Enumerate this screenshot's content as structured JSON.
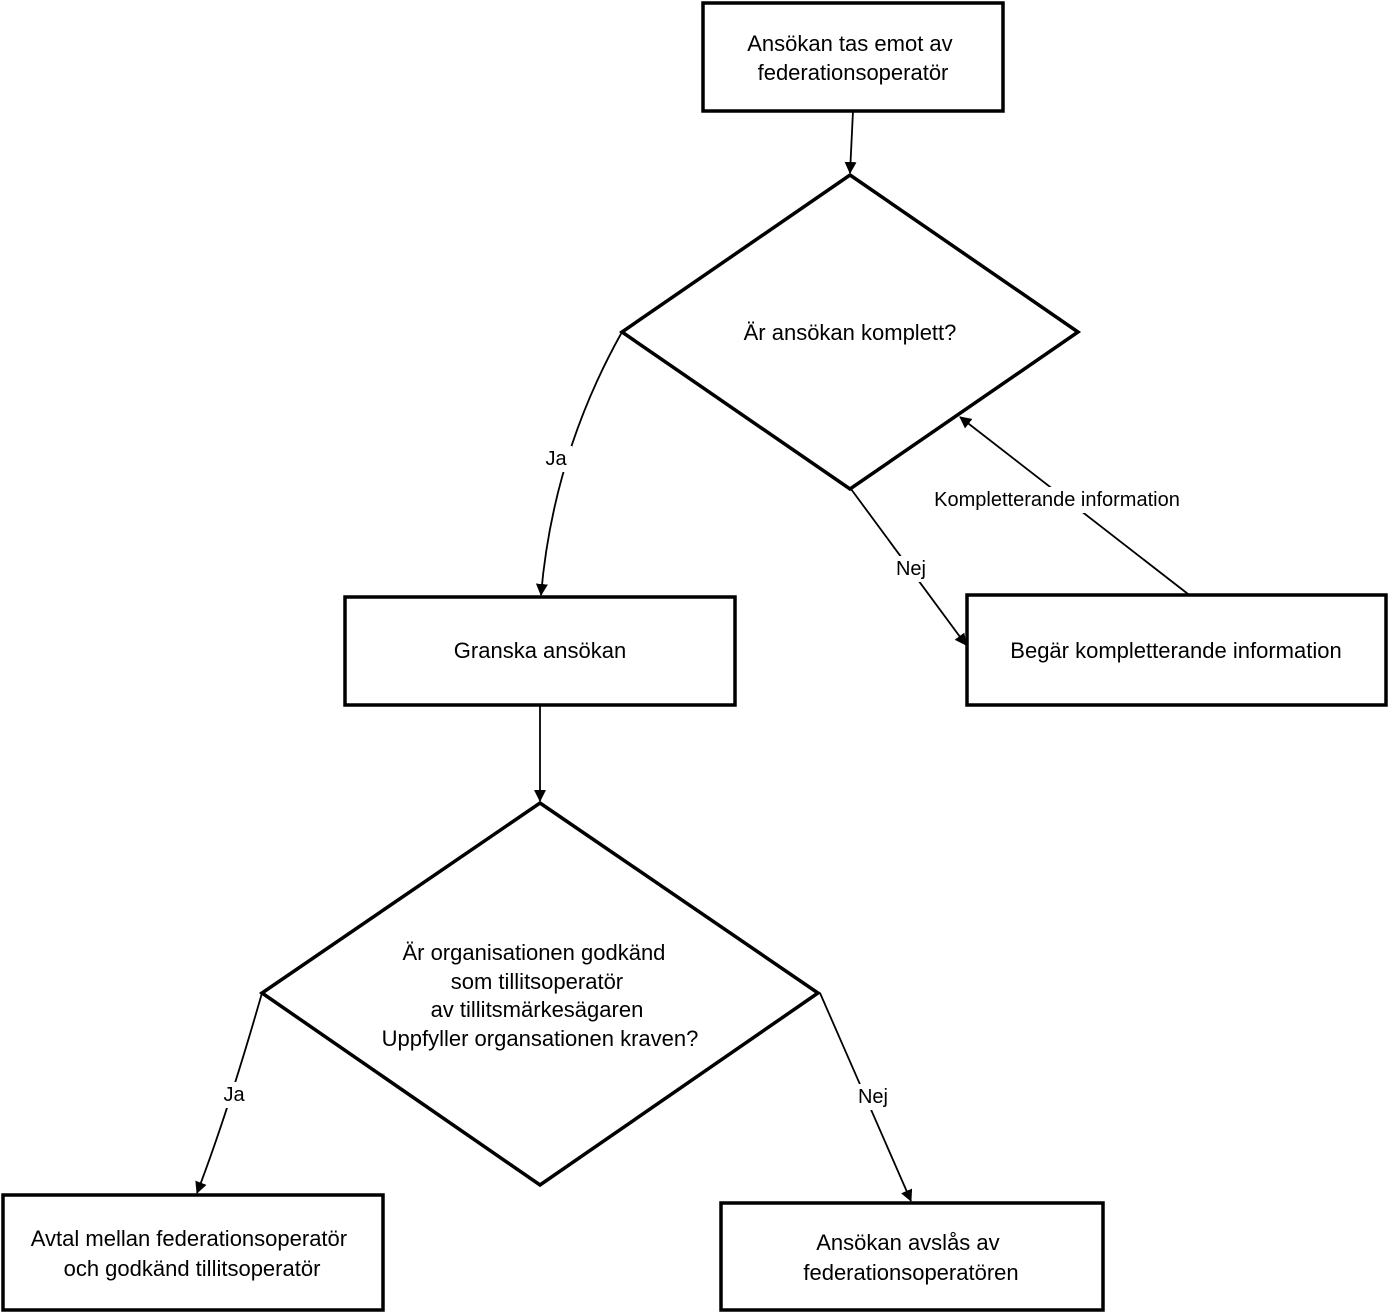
{
  "nodes": {
    "start": {
      "lines": [
        "Ansökan tas emot av",
        "federationsoperatör"
      ]
    },
    "decision_complete": {
      "lines": [
        "Är ansökan komplett?"
      ]
    },
    "review": {
      "lines": [
        "Granska ansökan"
      ]
    },
    "request_info": {
      "lines": [
        "Begär kompletterande information"
      ]
    },
    "decision_approved": {
      "lines": [
        "Är organisationen godkänd",
        "som tillitsoperatör",
        "av tillitsmärkesägaren",
        "Uppfyller organsationen kraven?"
      ]
    },
    "agreement": {
      "lines": [
        "Avtal mellan federationsoperatör",
        "och godkänd tillitsoperatör"
      ]
    },
    "rejected": {
      "lines": [
        "Ansökan avslås av",
        "federationsoperatören"
      ]
    }
  },
  "edges": {
    "complete_yes": "Ja",
    "complete_no": "Nej",
    "supplementary": "Kompletterande information",
    "approved_yes": "Ja",
    "approved_no": "Nej"
  },
  "colors": {
    "stroke": "#000000",
    "fill": "#ffffff",
    "text": "#000000"
  }
}
